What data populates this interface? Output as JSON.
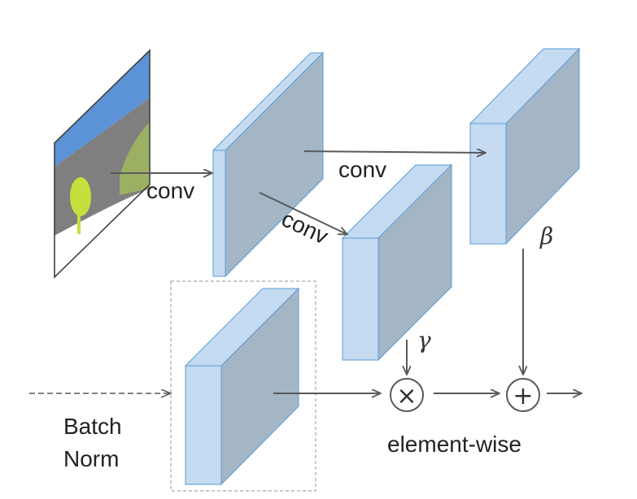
{
  "labels": {
    "conv_1": "conv",
    "conv_2": "conv",
    "conv_3": "conv",
    "gamma": "γ",
    "beta": "β",
    "multiply_symbol": "×",
    "add_symbol": "+",
    "element_wise": "element-wise",
    "batch_norm_line1": "Batch",
    "batch_norm_line2": "Norm"
  },
  "colors": {
    "block_front": "#c5dbf1",
    "block_side": "#a4b6c6",
    "block_edge": "#5b9bd5",
    "arrow": "#595959",
    "map_sky": "#5b93d6",
    "map_ground": "#7f7f7f",
    "map_grass": "#9cb063",
    "map_tree": "#c4e03c"
  }
}
